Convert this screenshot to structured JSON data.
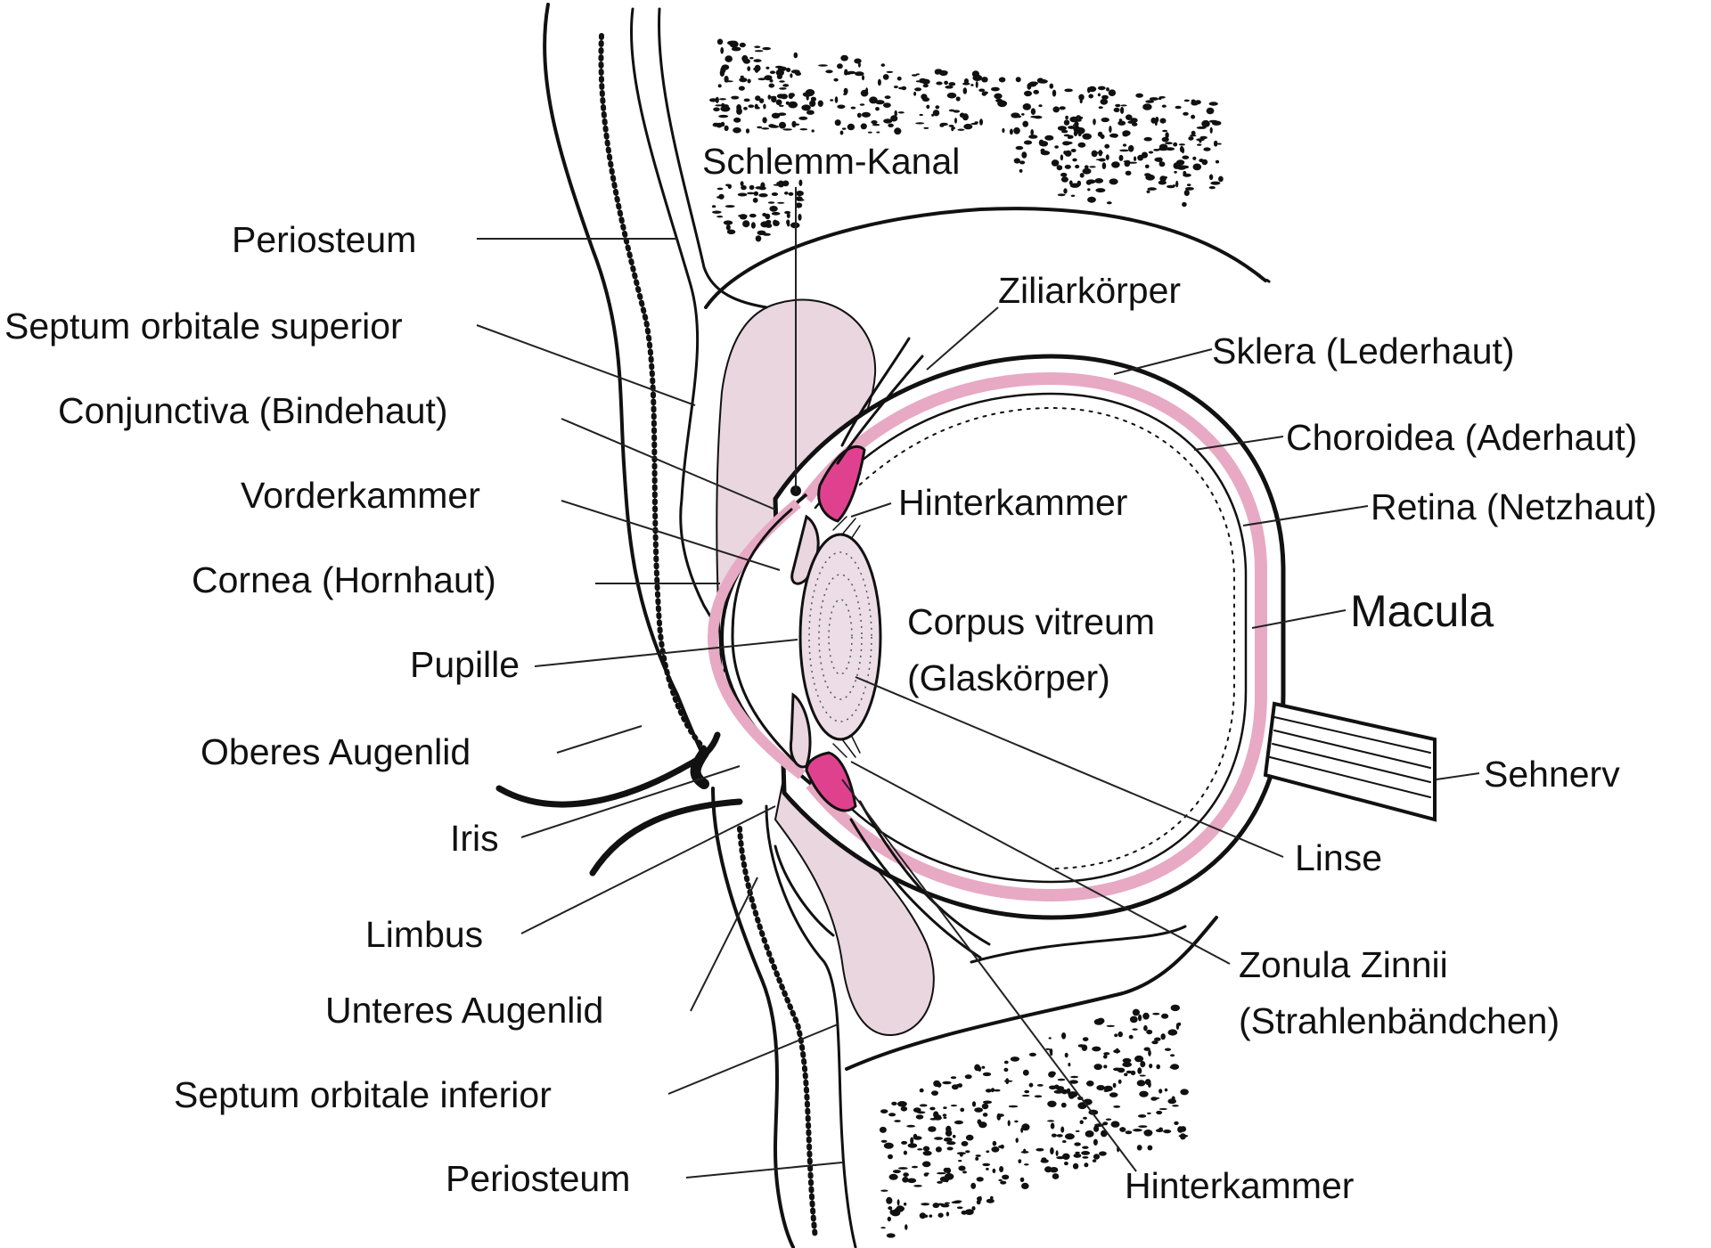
{
  "labels": {
    "schlemm_kanal": "Schlemm-Kanal",
    "periosteum_top": "Periosteum",
    "septum_superior": "Septum orbitale superior",
    "conjunctiva": "Conjunctiva (Bindehaut)",
    "vorderkammer": "Vorderkammer",
    "cornea": "Cornea (Hornhaut)",
    "pupille": "Pupille",
    "oberes_augenlid": "Oberes Augenlid",
    "iris": "Iris",
    "limbus": "Limbus",
    "unteres_augenlid": "Unteres Augenlid",
    "septum_inferior": "Septum orbitale inferior",
    "periosteum_bottom": "Periosteum",
    "ziliarkoerper": "Ziliarkörper",
    "sklera": "Sklera (Lederhaut)",
    "choroidea": "Choroidea (Aderhaut)",
    "retina": "Retina (Netzhaut)",
    "hinterkammer_upper": "Hinterkammer",
    "macula": "Macula",
    "corpus_vitreum_1": "Corpus vitreum",
    "corpus_vitreum_2": "(Glaskörper)",
    "sehnerv": "Sehnerv",
    "linse": "Linse",
    "zonula_1": "Zonula Zinnii",
    "zonula_2": "(Strahlenbändchen)",
    "hinterkammer_lower": "Hinterkammer"
  },
  "colors": {
    "ink": "#111111",
    "tissue_pink": "#e9d6df",
    "choroid_pink": "#e7a9c3",
    "ciliary_magenta": "#e0418f",
    "lens_fill": "#ecdde6"
  }
}
